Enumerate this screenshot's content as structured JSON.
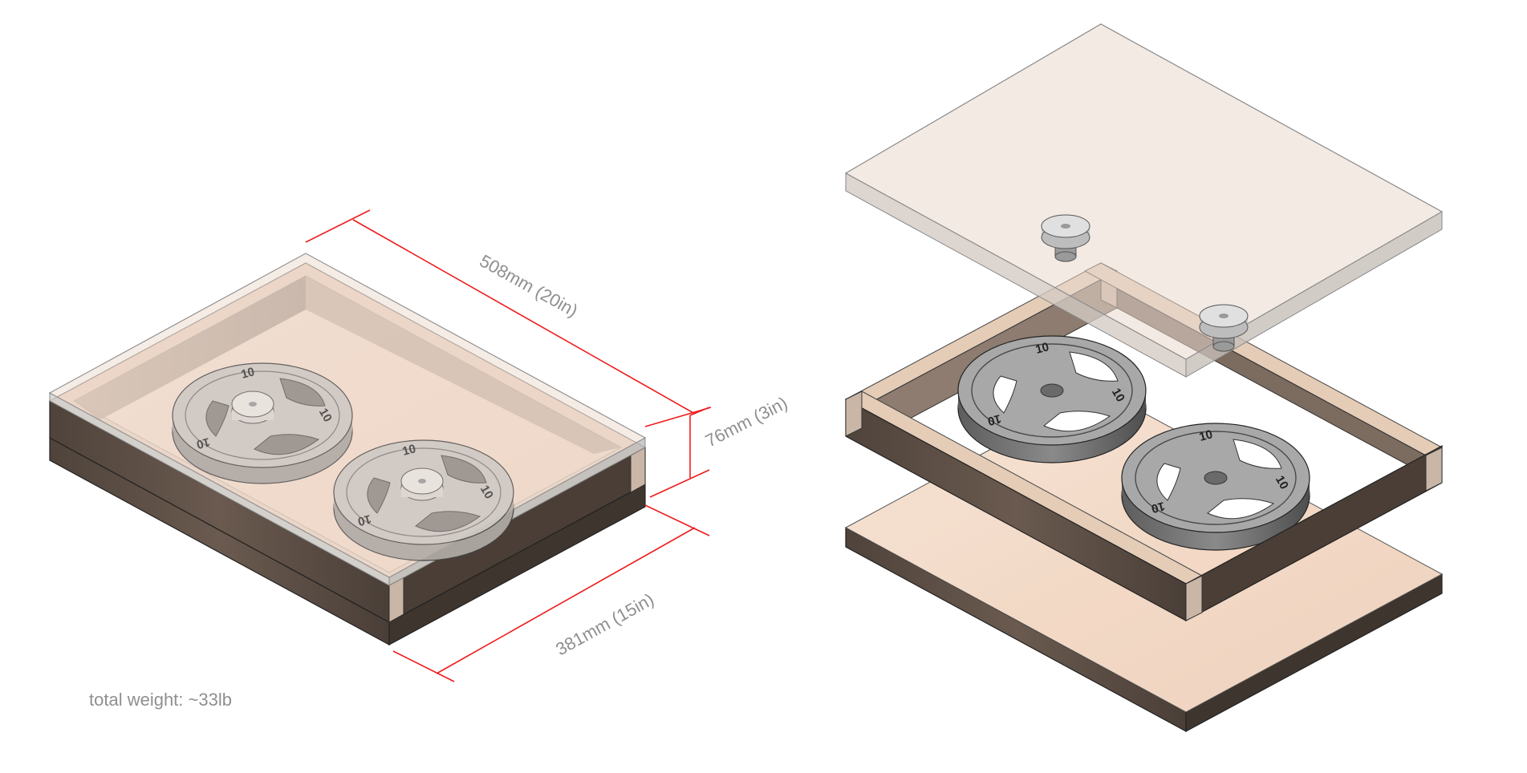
{
  "dimensions": {
    "length": "508mm (20in)",
    "height": "76mm (3in)",
    "width": "381mm (15in)"
  },
  "plates": {
    "label": "10"
  },
  "total_weight": "total weight: ~33lb",
  "colors": {
    "dimension_line": "#ee1c1c",
    "dimension_text": "#8f8f8f",
    "wood_top": "#f3dccb",
    "wood_side_dark": "#5d4e45",
    "frame_side": "#d9c0ab",
    "glass": "#e9d8cc",
    "plate_light": "#c8c3be",
    "plate_dark": "#9c9c9c"
  }
}
